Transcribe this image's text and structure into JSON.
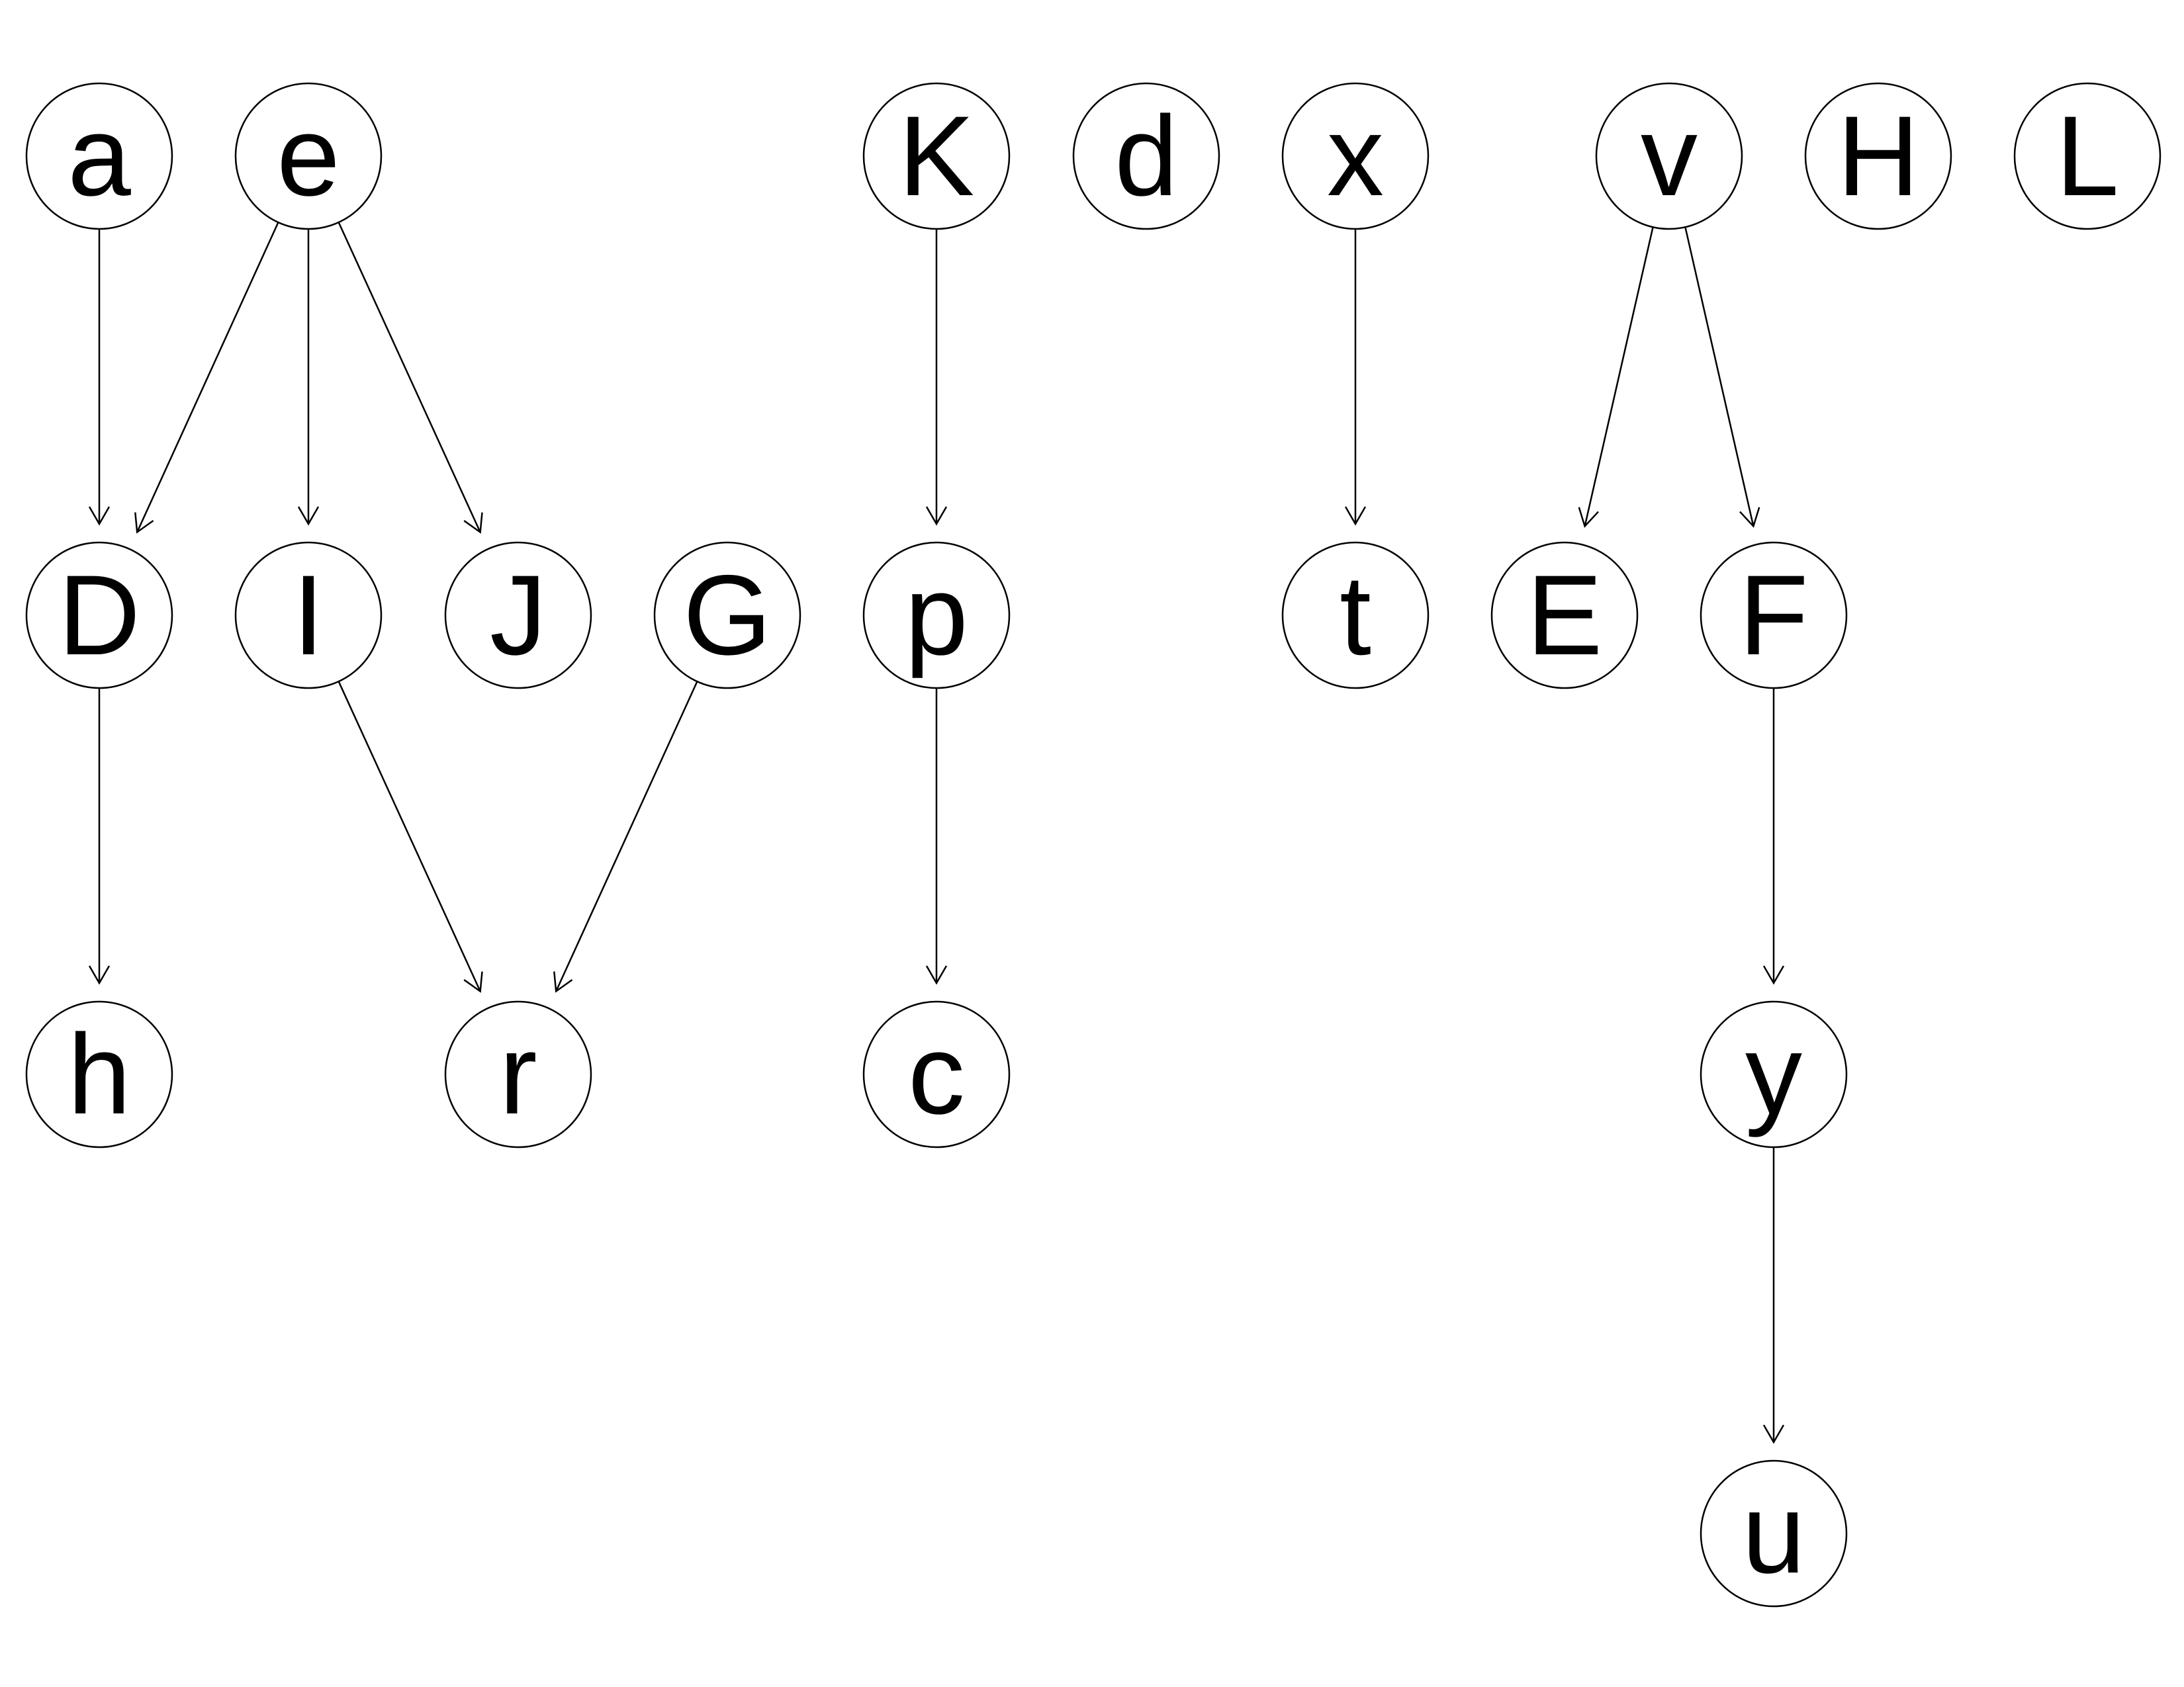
{
  "nodes": [
    {
      "id": "a",
      "label": "a"
    },
    {
      "id": "e",
      "label": "e"
    },
    {
      "id": "K",
      "label": "K"
    },
    {
      "id": "d",
      "label": "d"
    },
    {
      "id": "x",
      "label": "x"
    },
    {
      "id": "v",
      "label": "v"
    },
    {
      "id": "H",
      "label": "H"
    },
    {
      "id": "L",
      "label": "L"
    },
    {
      "id": "D",
      "label": "D"
    },
    {
      "id": "I",
      "label": "I"
    },
    {
      "id": "J",
      "label": "J"
    },
    {
      "id": "G",
      "label": "G"
    },
    {
      "id": "p",
      "label": "p"
    },
    {
      "id": "t",
      "label": "t"
    },
    {
      "id": "E",
      "label": "E"
    },
    {
      "id": "F",
      "label": "F"
    },
    {
      "id": "h",
      "label": "h"
    },
    {
      "id": "r",
      "label": "r"
    },
    {
      "id": "c",
      "label": "c"
    },
    {
      "id": "y",
      "label": "y"
    },
    {
      "id": "u",
      "label": "u"
    }
  ],
  "edges": [
    {
      "from": "a",
      "to": "D"
    },
    {
      "from": "e",
      "to": "D"
    },
    {
      "from": "e",
      "to": "I"
    },
    {
      "from": "e",
      "to": "J"
    },
    {
      "from": "K",
      "to": "p"
    },
    {
      "from": "x",
      "to": "t"
    },
    {
      "from": "v",
      "to": "E"
    },
    {
      "from": "v",
      "to": "F"
    },
    {
      "from": "D",
      "to": "h"
    },
    {
      "from": "I",
      "to": "r"
    },
    {
      "from": "G",
      "to": "r"
    },
    {
      "from": "p",
      "to": "c"
    },
    {
      "from": "F",
      "to": "y"
    },
    {
      "from": "y",
      "to": "u"
    }
  ],
  "colors": {
    "stroke": "#000000",
    "fill": "#ffffff",
    "text": "#000000"
  }
}
